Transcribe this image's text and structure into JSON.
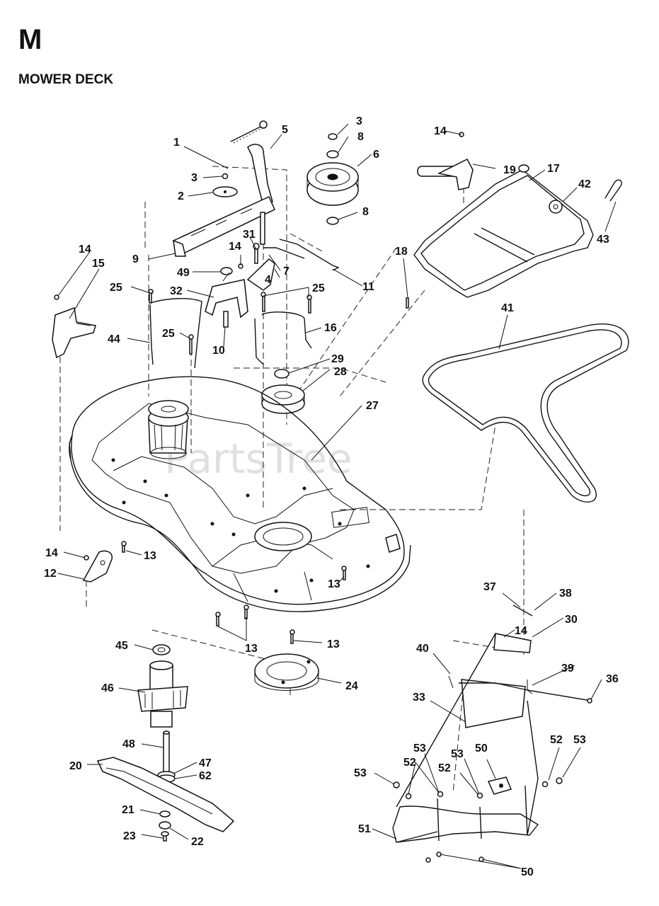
{
  "section": {
    "letter": "M",
    "title": "MOWER DECK"
  },
  "watermark": "PartsTree",
  "callouts": {
    "c1": "1",
    "c2": "2",
    "c3a": "3",
    "c3b": "3",
    "c4": "4",
    "c5": "5",
    "c6": "6",
    "c7": "7",
    "c8a": "8",
    "c8b": "8",
    "c9": "9",
    "c10": "10",
    "c11": "11",
    "c12": "12",
    "c13a": "13",
    "c13b": "13",
    "c13c": "13",
    "c13d": "13",
    "c14a": "14",
    "c14b": "14",
    "c14c": "14",
    "c14d": "14",
    "c14e": "14",
    "c15": "15",
    "c16": "16",
    "c17": "17",
    "c18": "18",
    "c19": "19",
    "c20": "20",
    "c21": "21",
    "c22": "22",
    "c23": "23",
    "c24": "24",
    "c25a": "25",
    "c25b": "25",
    "c25c": "25",
    "c27": "27",
    "c28": "28",
    "c29": "29",
    "c30": "30",
    "c31": "31",
    "c32": "32",
    "c33": "33",
    "c36": "36",
    "c37": "37",
    "c38": "38",
    "c39": "39",
    "c40": "40",
    "c41": "41",
    "c42": "42",
    "c43": "43",
    "c44": "44",
    "c45": "45",
    "c46": "46",
    "c47": "47",
    "c48": "48",
    "c49": "49",
    "c50a": "50",
    "c50b": "50",
    "c51": "51",
    "c52a": "52",
    "c52b": "52",
    "c52c": "52",
    "c53a": "53",
    "c53b": "53",
    "c53c": "53",
    "c53d": "53",
    "c62": "62"
  }
}
